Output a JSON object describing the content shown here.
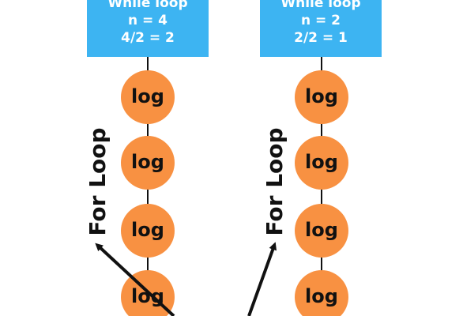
{
  "columns": [
    {
      "box": {
        "line1": "While loop",
        "line2": "n = 4",
        "line3": "4/2 = 2"
      },
      "for_label": "For Loop",
      "nodes": [
        "log",
        "log",
        "log",
        "log"
      ]
    },
    {
      "box": {
        "line1": "While loop",
        "line2": "n = 2",
        "line3": "2/2 = 1"
      },
      "for_label": "For Loop",
      "nodes": [
        "log",
        "log",
        "log",
        "log"
      ]
    }
  ],
  "colors": {
    "box_fill": "#3db4f2",
    "node_fill": "#f89142",
    "text_dark": "#111111",
    "box_text": "#ffffff"
  }
}
